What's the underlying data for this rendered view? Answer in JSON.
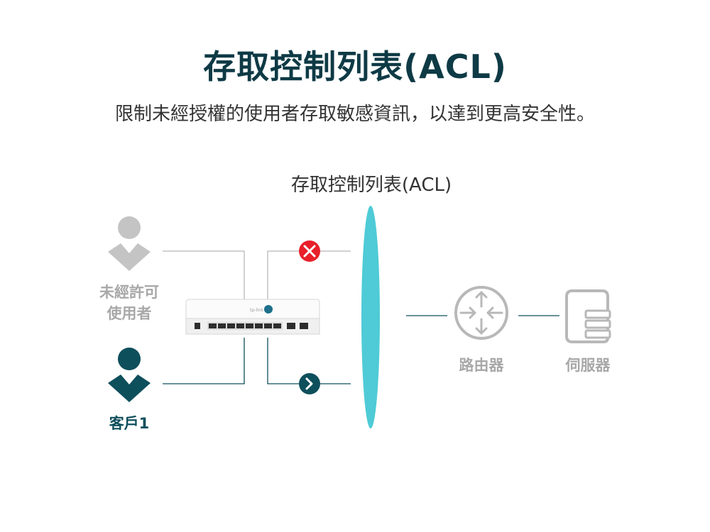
{
  "title": "存取控制列表(ACL)",
  "subtitle": "限制未經授權的使用者存取敏感資訊，以達到更高安全性。",
  "diagram": {
    "acl_label": "存取控制列表(ACL)",
    "unauthorized_user": {
      "label_line1": "未經許可",
      "label_line2": "使用者",
      "color": "#c4c4c4"
    },
    "client": {
      "label": "客戶1",
      "color": "#0e4f5c"
    },
    "router": {
      "label": "路由器",
      "icon": "router-icon"
    },
    "server": {
      "label": "伺服器",
      "icon": "server-icon"
    },
    "blocked_marker": {
      "icon": "x-circle-icon",
      "color": "#e8202a"
    },
    "allowed_marker": {
      "icon": "chevron-right-circle-icon",
      "color": "#0e4f5c"
    },
    "acl_barrier_color": "#4ecbd6"
  }
}
